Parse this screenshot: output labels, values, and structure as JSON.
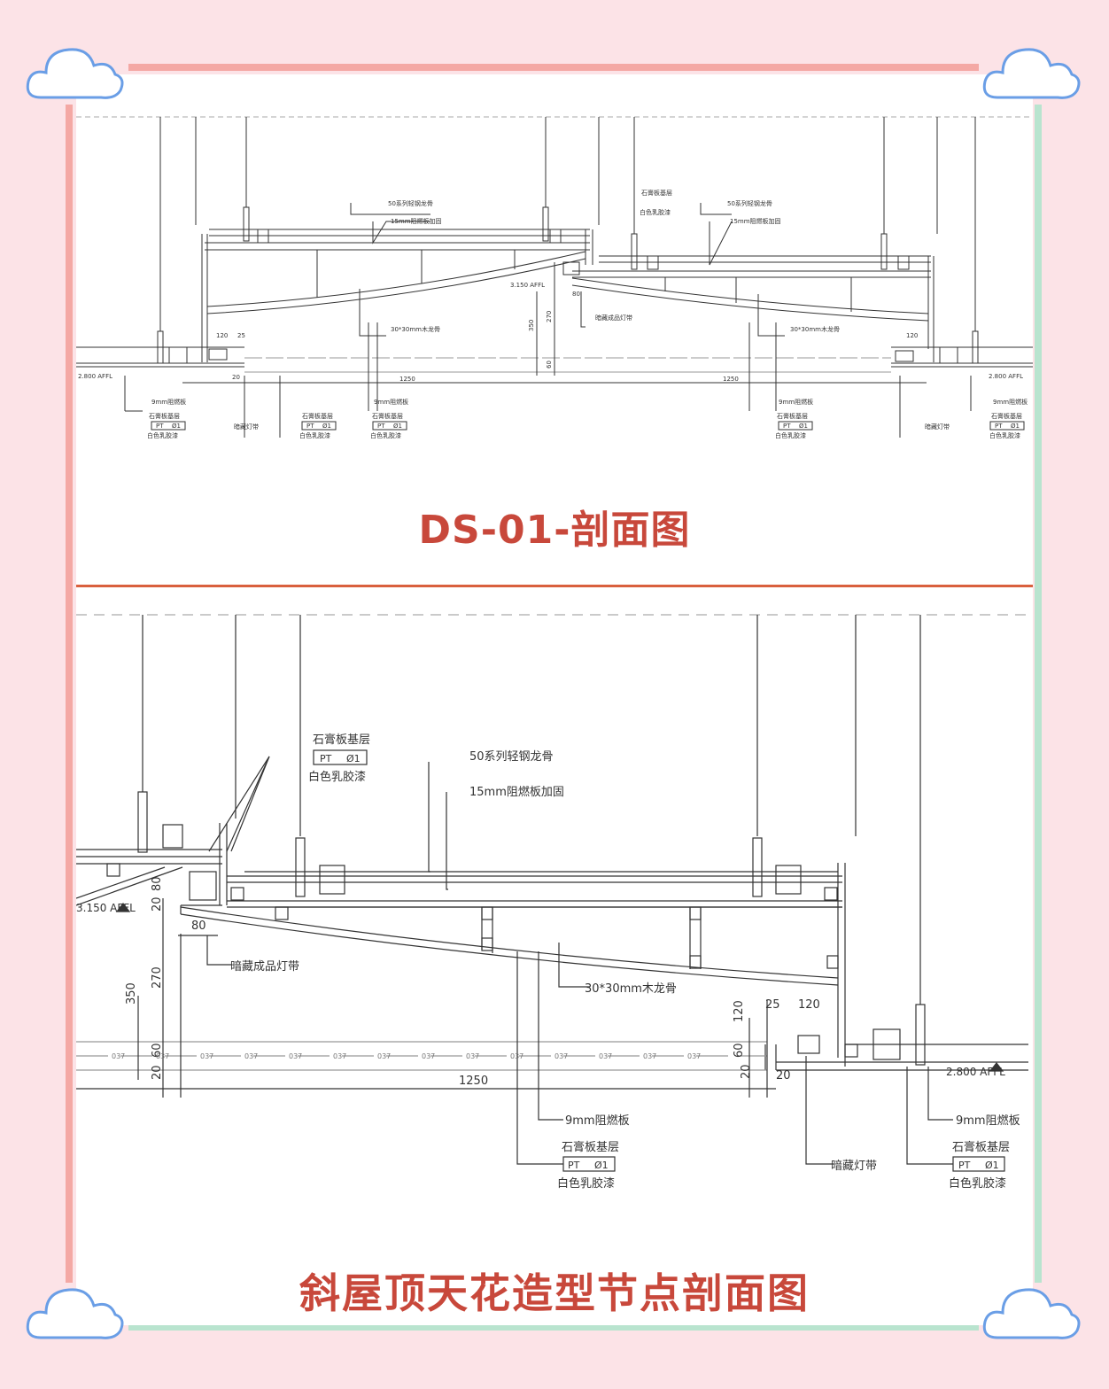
{
  "titles": {
    "section": "DS-01-剖面图",
    "main": "斜屋顶天花造型节点剖面图"
  },
  "drawing_top": {
    "labels": {
      "steel_keel": "50系列轻钢龙骨",
      "fire_board_reinforce": "15mm阻燃板加固",
      "gypsum_base": "石膏板基层",
      "pt": "PT",
      "pt_code": "Ø1",
      "latex_paint": "白色乳胶漆",
      "wood_keel": "30*30mm木龙骨",
      "hidden_finished_strip": "暗藏成品灯带",
      "hidden_strip": "暗藏灯带",
      "fire_board_9": "9mm阻燃板",
      "elev_left": "2.800 AFFL",
      "elev_mid": "3.150 AFFL",
      "elev_right": "2.800 AFFL",
      "dim_1250": "1250",
      "dim_350": "350",
      "dim_270": "270",
      "dim_80": "80",
      "dim_120": "120",
      "dim_60": "60",
      "dim_25": "25",
      "dim_20": "20"
    }
  },
  "drawing_bottom": {
    "labels": {
      "gypsum_base": "石膏板基层",
      "pt": "PT",
      "pt_code": "Ø1",
      "latex_paint": "白色乳胶漆",
      "steel_keel": "50系列轻钢龙骨",
      "fire_board_reinforce": "15mm阻燃板加固",
      "elev_mid": "3.150 AFFL",
      "elev_right": "2.800 AFFL",
      "hidden_finished_strip": "暗藏成品灯带",
      "wood_keel": "30*30mm木龙骨",
      "fire_board_9": "9mm阻燃板",
      "hidden_strip": "暗藏灯带",
      "dim_80v": "80",
      "dim_20": "20",
      "dim_80h": "80",
      "dim_350": "350",
      "dim_270": "270",
      "dim_60": "60",
      "dim_1250": "1250",
      "dim_120v": "120",
      "dim_25": "25",
      "dim_120h": "120",
      "dim_60b": "60",
      "dim_20b": "20",
      "dim_20c": "20",
      "grid_mark": "037"
    }
  },
  "colors": {
    "background": "#fce3e7",
    "frame_pink": "#f4a8a4",
    "frame_mint": "#b9e4cf",
    "cloud_stroke": "#6a9ee6",
    "title_red": "#c8483b",
    "divider": "#d9603e",
    "line": "#333333"
  },
  "icons": [
    "cloud-icon-top-left",
    "cloud-icon-top-right",
    "cloud-icon-bottom-left",
    "cloud-icon-bottom-right"
  ]
}
